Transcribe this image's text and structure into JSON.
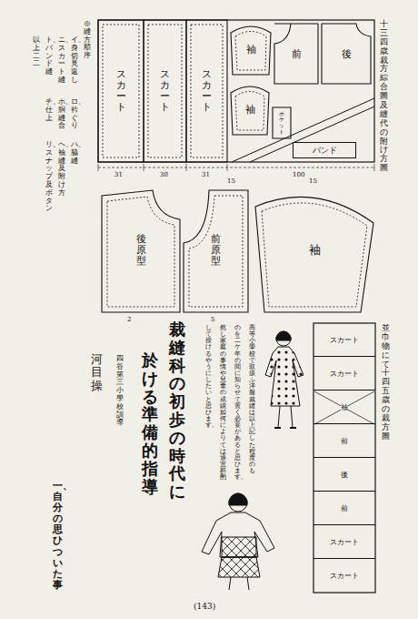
{
  "diagram": {
    "nodes": [
      {
        "text": [
          "スカート"
        ]
      },
      {
        "text": [
          "スカート"
        ]
      },
      {
        "text": [
          "スカート"
        ]
      },
      {
        "text": [
          "袖"
        ]
      },
      {
        "text": [
          "前"
        ]
      },
      {
        "text": [
          "後"
        ]
      },
      {
        "text": [
          "袖"
        ]
      },
      {
        "text": [
          "ポケット"
        ]
      },
      {
        "text": [
          "バンド"
        ]
      },
      {
        "text": [
          "後原型"
        ]
      },
      {
        "text": [
          "前原型"
        ]
      },
      {
        "text": [
          "袖"
        ]
      },
      {
        "text": [
          "スカート"
        ]
      },
      {
        "text": [
          "スカート"
        ]
      },
      {
        "text": [
          "袖"
        ]
      },
      {
        "text": [
          "前"
        ]
      },
      {
        "text": [
          "後"
        ]
      },
      {
        "text": [
          "前"
        ]
      },
      {
        "text": [
          "スカート"
        ]
      },
      {
        "text": [
          "スカート"
        ]
      }
    ],
    "labels": [
      "十三四歳裁方綜合圖及縫代の附け方圖",
      "◎縫方順序",
      "イ、身切見返し",
      "ロ、衿ぐり",
      "ハ、脇縫",
      "ニ、スカート縫",
      "ホ、胴縫合",
      "ヘ、袖縫及附け方",
      "ト、バンド縫",
      "チ、仕上",
      "リ、スナップ及ボタン",
      "以上二二",
      "31",
      "30",
      "31",
      "100",
      "15",
      "15",
      "2",
      "5",
      "並巾物にて十四五歳の裁方圖",
      "高等小學校で取扱ふ洋服裁縫は以上記した程度のも",
      "のを二ケ年の間に知らせて置く必要があると思ひます。",
      "然し家庭の事情や兒童の成績如何によりては適宜斟酌",
      "して授けるやうにしたいと思ひます。",
      "裁縫科の初歩の時代に",
      "於ける準備的指導",
      "四谷第三小學校訓導",
      "河 目 操",
      "一、自分の思ひついた事",
      "(143)"
    ]
  }
}
